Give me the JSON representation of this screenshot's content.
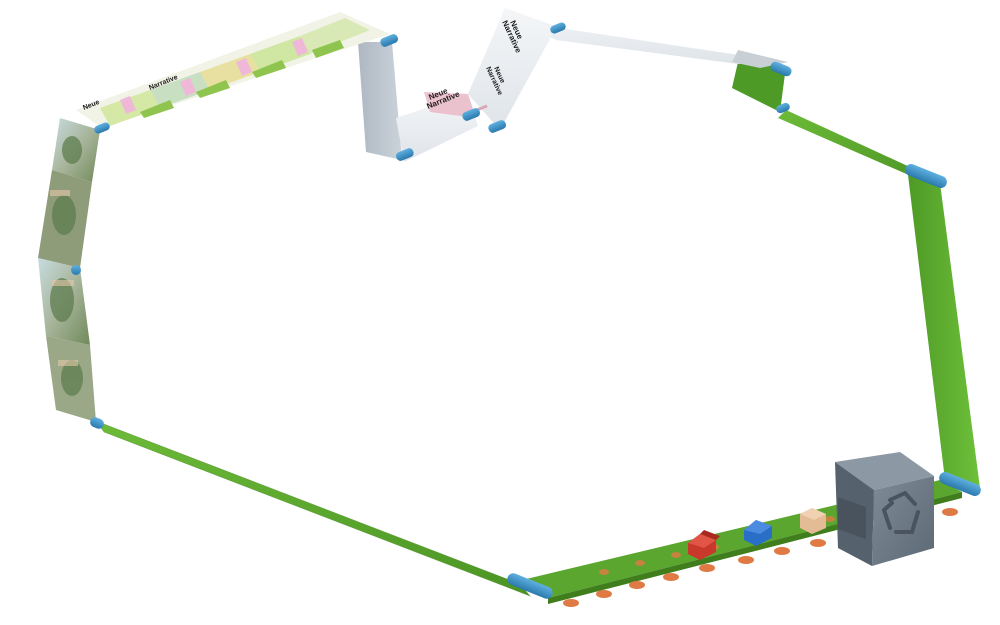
{
  "scene": {
    "description_free": true,
    "poster_title_line1": "Neue",
    "poster_title_line2": "Narrative",
    "machine_icon": "recycle-icon",
    "belt_colors": {
      "green": "#5aa62e",
      "green_dark": "#3f7d1d",
      "paper": "#e9ecef",
      "paper_shadow": "#b9c3cc",
      "roller": "#3d8fc4",
      "peg": "#e07a45",
      "machine": "#6f7c88"
    },
    "blocks": [
      {
        "name": "red-house-block",
        "color": "#c8382b"
      },
      {
        "name": "blue-house-block",
        "color": "#2a6fc7"
      },
      {
        "name": "tan-block",
        "color": "#e3bc95"
      }
    ]
  }
}
